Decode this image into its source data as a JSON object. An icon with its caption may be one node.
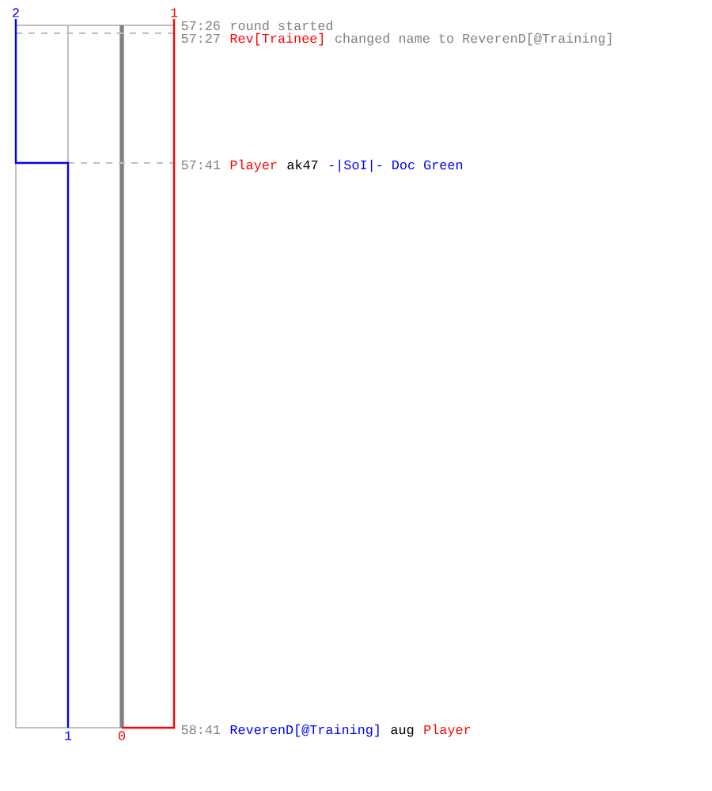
{
  "diagram": {
    "labels": [
      "2",
      "1",
      "57:26",
      "round started",
      "57:27",
      "Rev[Trainee]",
      "changed name to ReverenD[@Training]",
      "57:41",
      "Player",
      "ak47",
      "-|SoI|- Doc Green",
      "1",
      "0",
      "58:41",
      "ReverenD[@Training]",
      "aug",
      "Player"
    ]
  }
}
